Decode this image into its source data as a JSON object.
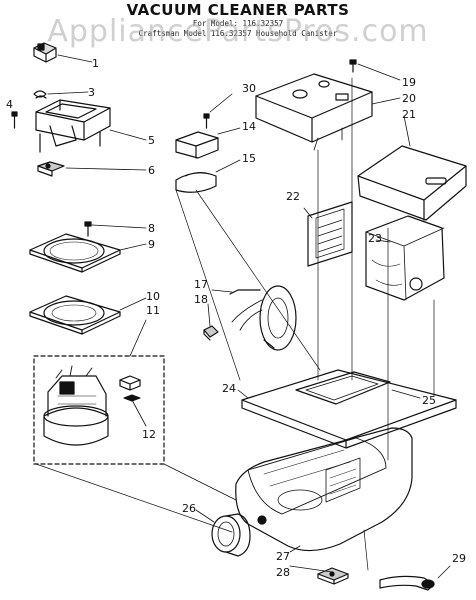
{
  "title": "VACUUM CLEANER PARTS",
  "model_line": "For Model: 116.32357",
  "model_line2": "Craftsman Model 116.32357 Household Canister",
  "watermark": "AppliancePartsPros.com",
  "callouts": [
    "1",
    "3",
    "4",
    "5",
    "6",
    "8",
    "9",
    "10",
    "11",
    "12",
    "14",
    "15",
    "17",
    "18",
    "19",
    "20",
    "21",
    "22",
    "23",
    "24",
    "25",
    "26",
    "27",
    "28",
    "29",
    "30"
  ],
  "colors": {
    "ink": "#111111",
    "watermark": "#aaaaaa",
    "background": "#ffffff"
  }
}
